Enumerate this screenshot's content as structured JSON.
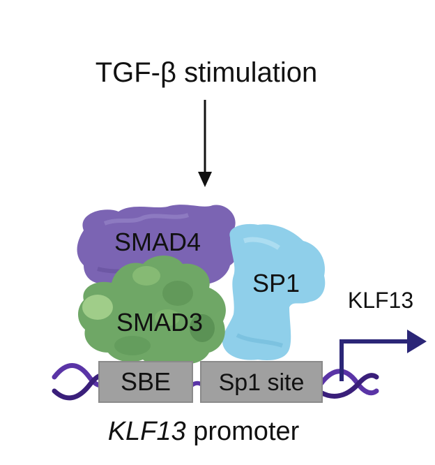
{
  "stimulus": {
    "label": "TGF-β stimulation"
  },
  "proteins": {
    "smad4": "SMAD4",
    "smad3": "SMAD3",
    "sp1": "SP1"
  },
  "target_gene": {
    "label": "KLF13"
  },
  "promoter": {
    "sbe_label": "SBE",
    "sp1_site_label": "Sp1 site",
    "caption_gene": "KLF13",
    "caption_suffix": " promoter"
  },
  "colors": {
    "smad4": "#7b64b3",
    "smad3": "#6fa766",
    "sp1": "#8fcfea",
    "promoter_box": "#a0a0a0",
    "dna_purple": "#4c2a8f",
    "arrow_navy": "#2b2677"
  }
}
